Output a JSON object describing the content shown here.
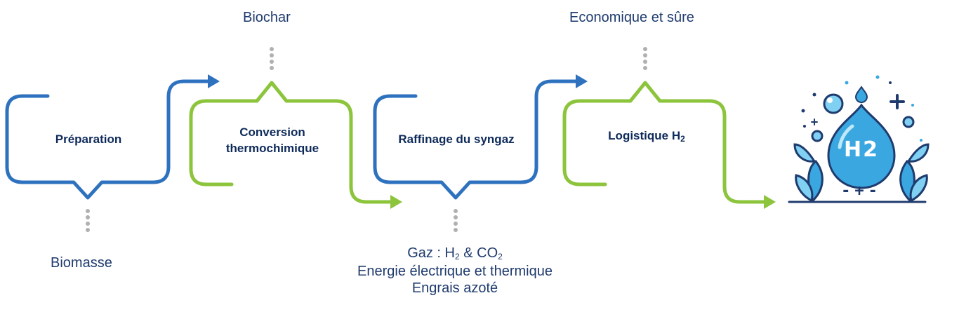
{
  "steps": [
    {
      "id": "preparation",
      "label": "Préparation",
      "color": "#2e72bf"
    },
    {
      "id": "conversion",
      "line1": "Conversion",
      "line2": "thermochimique",
      "color": "#8cc43c"
    },
    {
      "id": "raffinage",
      "label": "Raffinage du syngaz",
      "color": "#2e72bf"
    },
    {
      "id": "logistique",
      "label": "Logistique H",
      "subscript": "2",
      "color": "#8cc43c"
    }
  ],
  "inputs": {
    "biomasse": "Biomasse",
    "biochar": "Biochar",
    "economique": "Economique et sûre"
  },
  "outputs": {
    "gaz_prefix": "Gaz : H",
    "gaz_sub1": "2",
    "gaz_middle": " & CO",
    "gaz_sub2": "2",
    "energie": "Energie électrique et thermique",
    "engrais": "Engrais azoté"
  },
  "icon": {
    "text": "H2",
    "signs": "-+-",
    "color": "#3aa7e0"
  },
  "colors": {
    "blue": "#2e72bf",
    "green": "#8cc43c",
    "dots": "#b0b0b0",
    "text": "#1f3b6e"
  }
}
